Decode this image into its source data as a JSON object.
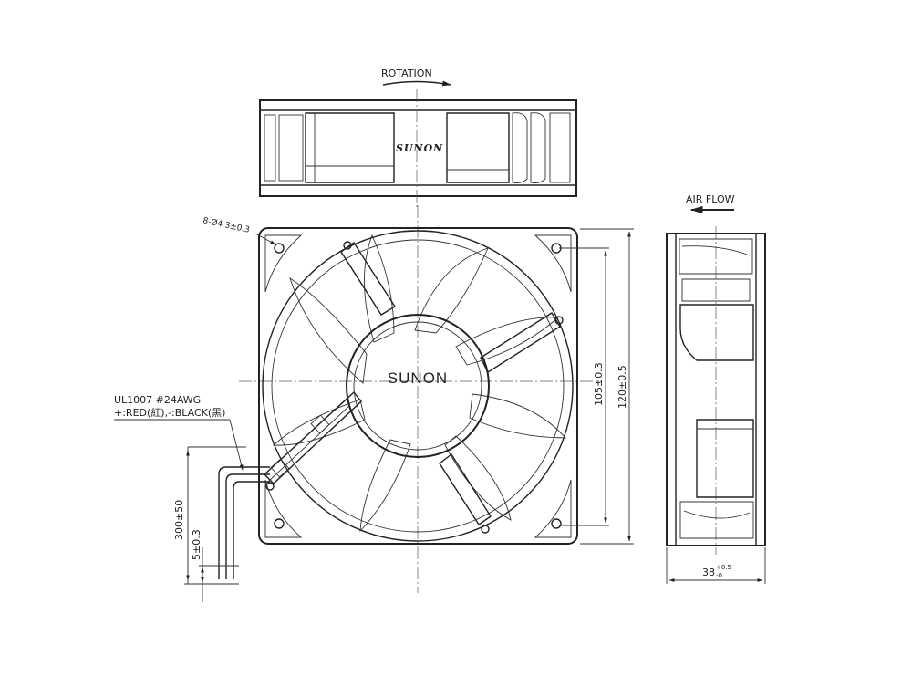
{
  "labels": {
    "rotation": "ROTATION",
    "air_flow": "AIR FLOW",
    "brand_top": "SUNON",
    "brand_hub": "SUNON",
    "hole_spec": "8-Ø4.3±0.3",
    "wire_spec": "UL1007  #24AWG",
    "wire_colors": "+:RED(紅),-:BLACK(黑)",
    "dim_inner": "105±0.3",
    "dim_outer": "120±0.5",
    "dim_lead": "300±50",
    "dim_strip": "5±0.3",
    "dim_depth": "38",
    "dim_depth_tol_upper": "+0.5",
    "dim_depth_tol_lower": "-0"
  },
  "colors": {
    "line": "#222222",
    "background": "#ffffff"
  }
}
